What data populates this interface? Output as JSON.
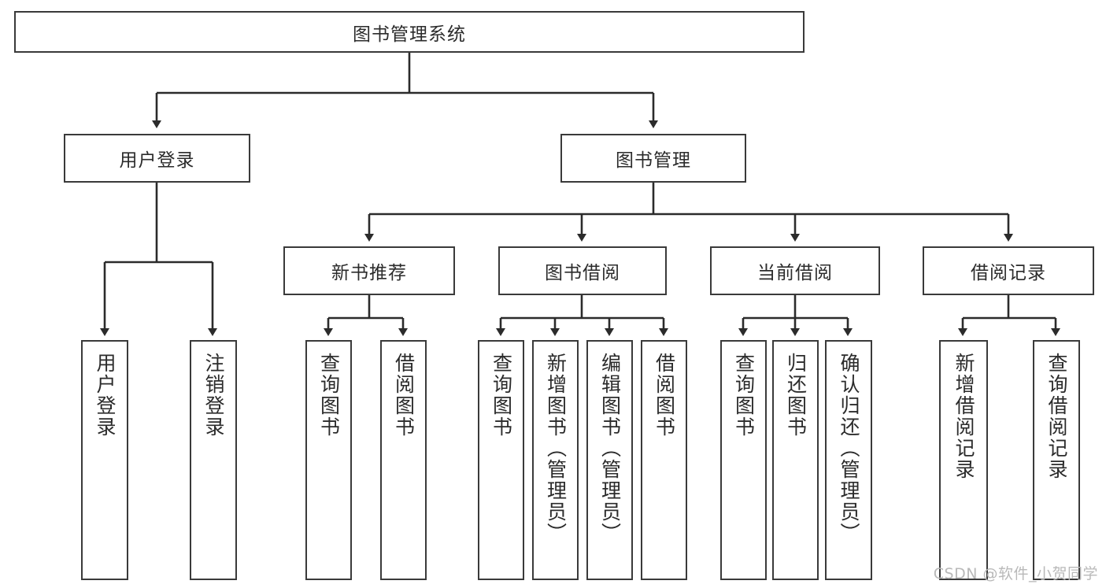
{
  "diagram": {
    "title": "图书管理系统",
    "type": "tree",
    "watermark": "CSDN @软件_小贺同学",
    "colors": {
      "box_stroke": "#3a3a3a",
      "box_fill": "#ffffff",
      "connector": "#2b2b2b",
      "text": "#2b2b2b",
      "watermark": "#b9b9b9",
      "background": "#ffffff"
    },
    "levels": {
      "root": {
        "label": "图书管理系统"
      },
      "level2": [
        {
          "id": "user-login",
          "label": "用户登录"
        },
        {
          "id": "book-management",
          "label": "图书管理"
        }
      ],
      "level3": [
        {
          "id": "new-book-recommend",
          "label": "新书推荐",
          "parent": "book-management"
        },
        {
          "id": "book-borrow",
          "label": "图书借阅",
          "parent": "book-management"
        },
        {
          "id": "current-borrow",
          "label": "当前借阅",
          "parent": "book-management"
        },
        {
          "id": "borrow-record",
          "label": "借阅记录",
          "parent": "book-management"
        }
      ],
      "leaves": [
        {
          "id": "leaf-user-login",
          "label": "用户登录",
          "parent": "user-login"
        },
        {
          "id": "leaf-logout-login",
          "label": "注销登录",
          "parent": "user-login"
        },
        {
          "id": "leaf-query-book-1",
          "label": "查询图书",
          "parent": "new-book-recommend"
        },
        {
          "id": "leaf-borrow-book-1",
          "label": "借阅图书",
          "parent": "new-book-recommend"
        },
        {
          "id": "leaf-query-book-2",
          "label": "查询图书",
          "parent": "book-borrow"
        },
        {
          "id": "leaf-add-book",
          "label": "新增图书（管理员）",
          "parent": "book-borrow"
        },
        {
          "id": "leaf-edit-book",
          "label": "编辑图书（管理员）",
          "parent": "book-borrow"
        },
        {
          "id": "leaf-borrow-book-2",
          "label": "借阅图书",
          "parent": "book-borrow"
        },
        {
          "id": "leaf-query-book-3",
          "label": "查询图书",
          "parent": "current-borrow"
        },
        {
          "id": "leaf-return-book",
          "label": "归还图书",
          "parent": "current-borrow"
        },
        {
          "id": "leaf-confirm-return",
          "label": "确认归还（管理员）",
          "parent": "current-borrow"
        },
        {
          "id": "leaf-add-borrow-record",
          "label": "新增借阅记录",
          "parent": "borrow-record"
        },
        {
          "id": "leaf-query-borrow-record",
          "label": "查询借阅记录",
          "parent": "borrow-record"
        }
      ]
    }
  }
}
